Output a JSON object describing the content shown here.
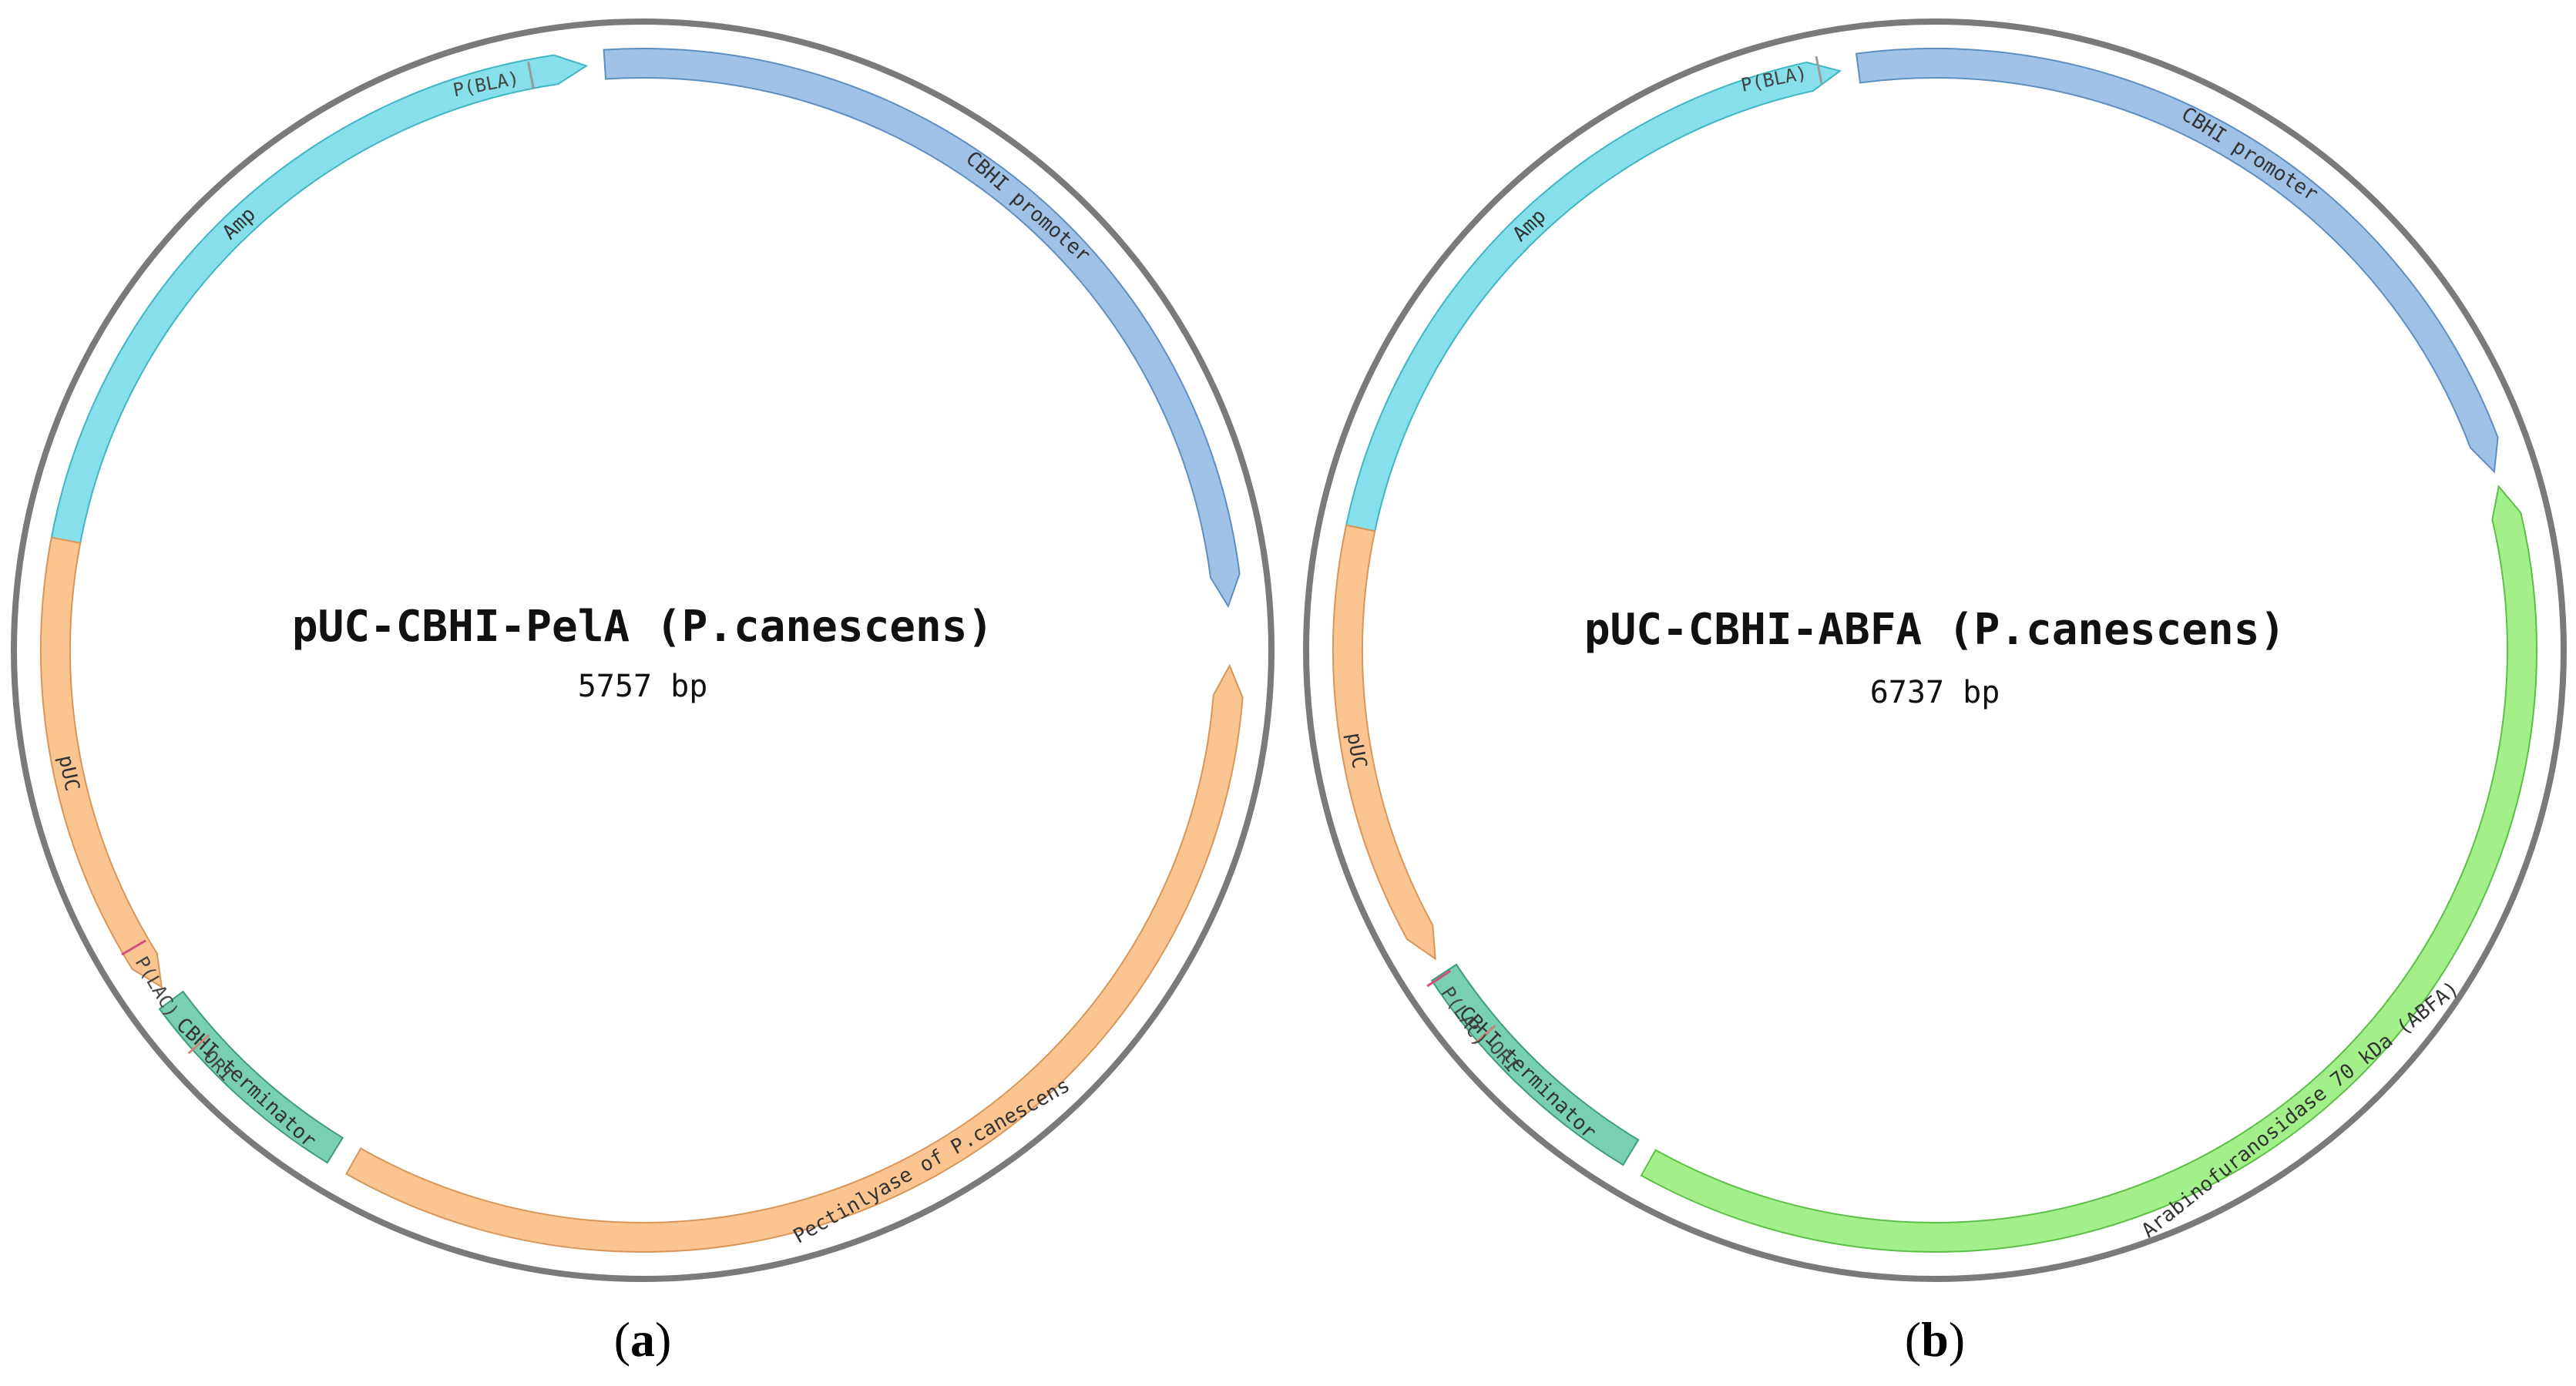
{
  "panels": [
    {
      "title": "pUC-CBHI-PelA (P.canescens)",
      "size_label": "5757 bp",
      "caption_open": "(",
      "caption_letter": "a",
      "caption_close": ")",
      "features": [
        {
          "label": "Amp",
          "color": "#86dfea",
          "stroke": "#3fb6c4",
          "direction": "cw"
        },
        {
          "label": "CBHI promoter",
          "color": "#9fc2e6",
          "stroke": "#5e8fc0",
          "direction": "cw"
        },
        {
          "label": "Pectinlyase of P.canescens",
          "color": "#fbc592",
          "stroke": "#d99659",
          "direction": "ccw"
        },
        {
          "label": "CBHI terminator",
          "color": "#79cfb2",
          "stroke": "#3f9c7d",
          "direction": "none"
        },
        {
          "label": "pUC",
          "color": "#fbc592",
          "stroke": "#d99659",
          "direction": "ccw"
        }
      ],
      "sites": [
        {
          "label": "P(BLA)",
          "color": "#9a9a9a"
        },
        {
          "label": "ORI",
          "color": "#c9887a"
        },
        {
          "label": "P(LAC)",
          "color": "#d0507a"
        }
      ]
    },
    {
      "title": "pUC-CBHI-ABFA (P.canescens)",
      "size_label": "6737 bp",
      "caption_open": "(",
      "caption_letter": "b",
      "caption_close": ")",
      "features": [
        {
          "label": "Amp",
          "color": "#86dfea",
          "stroke": "#3fb6c4",
          "direction": "cw"
        },
        {
          "label": "CBHI promoter",
          "color": "#9fc2e6",
          "stroke": "#5e8fc0",
          "direction": "cw"
        },
        {
          "label": "Arabinofuranosidase 70 kDa (ABFA)",
          "color": "#a3ef8a",
          "stroke": "#5cbf47",
          "direction": "ccw"
        },
        {
          "label": "CBHI terminator",
          "color": "#79cfb2",
          "stroke": "#3f9c7d",
          "direction": "none"
        },
        {
          "label": "pUC",
          "color": "#fbc592",
          "stroke": "#d99659",
          "direction": "ccw"
        }
      ],
      "sites": [
        {
          "label": "P(BLA)",
          "color": "#9a9a9a"
        },
        {
          "label": "ORI",
          "color": "#c9887a"
        },
        {
          "label": "P(LAC)",
          "color": "#d0507a"
        }
      ]
    }
  ],
  "colors": {
    "backbone": "#7a7a7a",
    "background": "#ffffff"
  }
}
